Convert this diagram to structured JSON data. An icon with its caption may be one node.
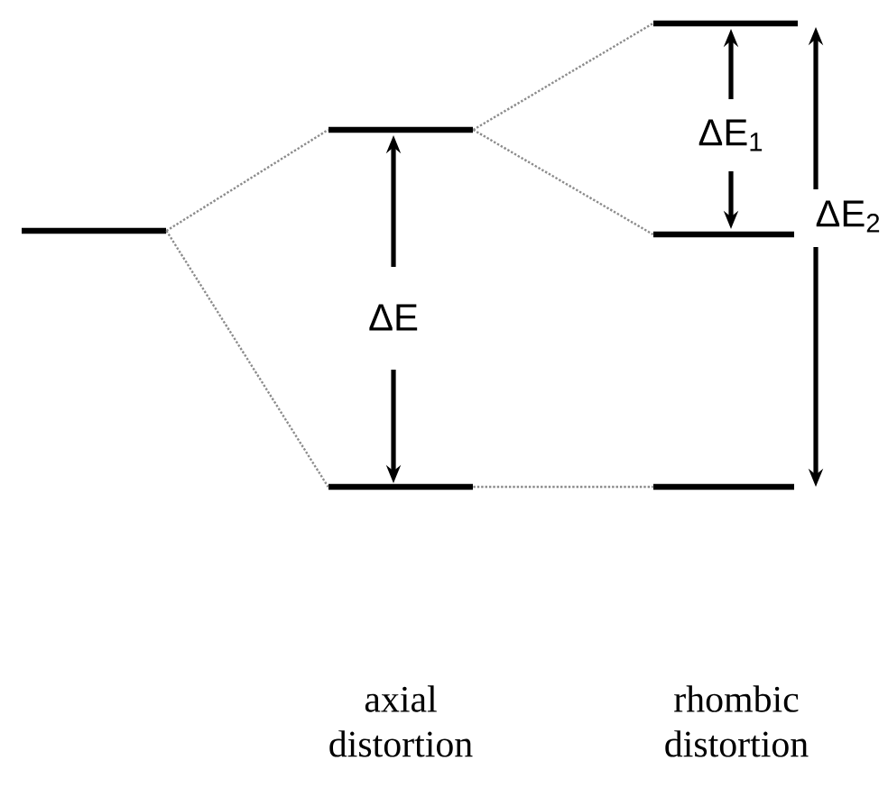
{
  "diagram": {
    "nodes": [
      {
        "text": [],
        "shape": "bar"
      },
      {
        "text": [],
        "shape": "bar"
      },
      {
        "text": [],
        "shape": "bar"
      },
      {
        "text": [],
        "shape": "bar"
      },
      {
        "text": [],
        "shape": "bar"
      },
      {
        "text": [],
        "shape": "bar"
      }
    ],
    "edges": [
      {
        "from": 0,
        "to": 1,
        "arrow": "none"
      },
      {
        "from": 0,
        "to": 2,
        "arrow": "none"
      },
      {
        "from": 1,
        "to": 3,
        "arrow": "none"
      },
      {
        "from": 1,
        "to": 4,
        "arrow": "none"
      },
      {
        "from": 2,
        "to": 5,
        "arrow": "none"
      }
    ],
    "labels": [
      "ΔE$_{1}$",
      "ΔE$_{2}$",
      "ΔE",
      "axial distortion",
      "rhombic distortion"
    ]
  }
}
